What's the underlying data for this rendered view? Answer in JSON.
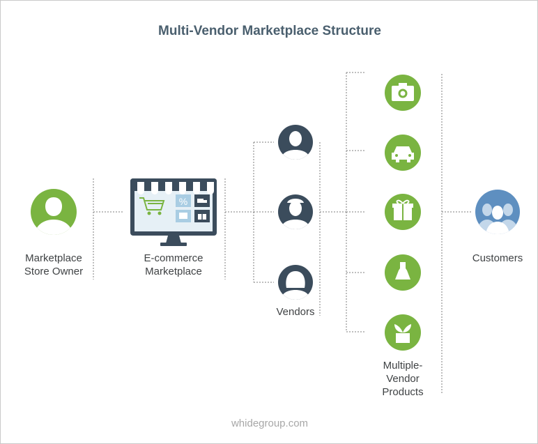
{
  "title": "Multi-Vendor Marketplace Structure",
  "footer": "whidegroup.com",
  "nodes": {
    "owner": {
      "line1": "Marketplace",
      "line2": "Store Owner",
      "icon": "person-icon"
    },
    "marketplace": {
      "line1": "E-commerce",
      "line2": "Marketplace",
      "icon": "storefront-monitor-icon"
    },
    "vendors": {
      "label": "Vendors",
      "icons": [
        "vendor-man-icon",
        "vendor-man-hat-icon",
        "vendor-woman-icon"
      ]
    },
    "products": {
      "line1": "Multiple-",
      "line2": "Vendor",
      "line3": "Products",
      "icons": [
        "camera-icon",
        "car-icon",
        "gift-icon",
        "dress-icon",
        "plant-icon"
      ]
    },
    "customers": {
      "label": "Customers",
      "icon": "customers-group-icon"
    }
  },
  "colors": {
    "green": "#7ab441",
    "navy": "#3b4c5c",
    "blue": "#5e8fc0",
    "title": "#4a5f6e",
    "footer": "#a7a7a7"
  }
}
